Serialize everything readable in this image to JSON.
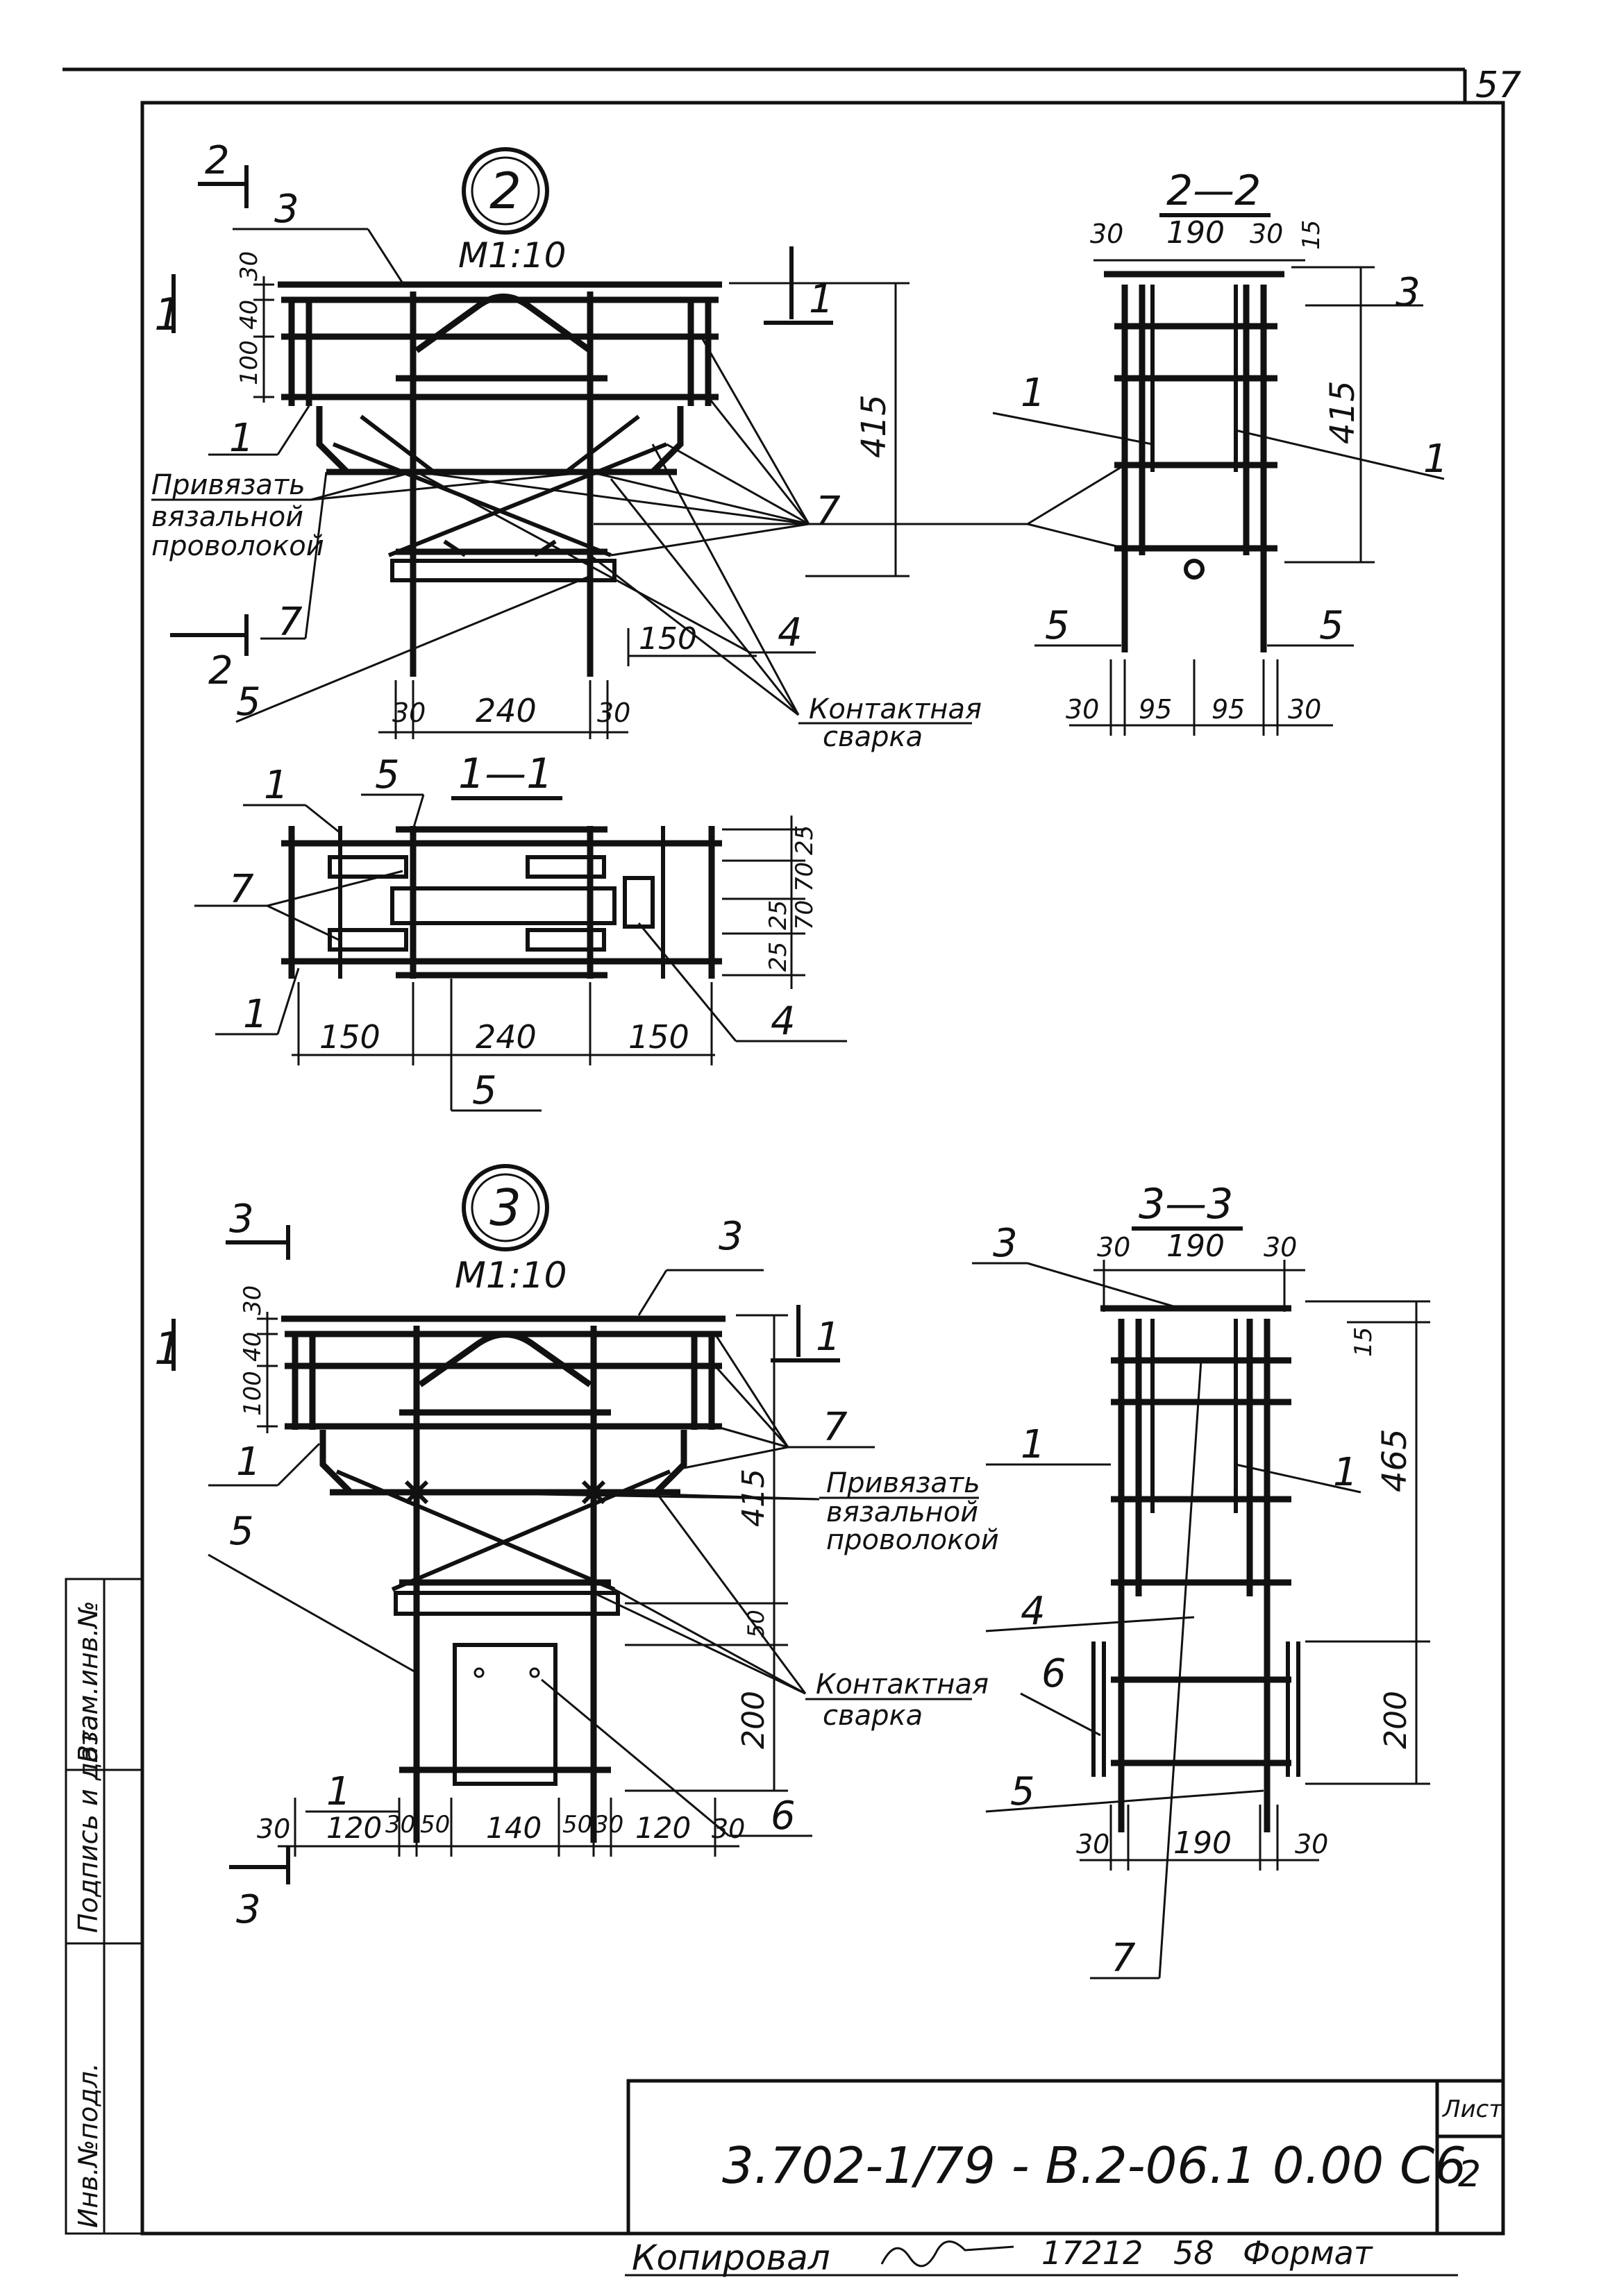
{
  "sheet": {
    "page_number": "57",
    "doc_code": "3.702-1/79 - В.2-06.1 0.00 С6",
    "sheet_label": "Лист",
    "sheet_number": "2",
    "footer_copied": "Копировал",
    "footer_order": "17212",
    "footer_num": "58",
    "footer_format": "Формат",
    "side_labels": [
      "Инв.№подл.",
      "Подпись и дата",
      "Взам.инв.№"
    ]
  },
  "node2": {
    "number": "2",
    "scale": "М1:10",
    "section_mark": "2",
    "section_mark_1": "1",
    "labels": {
      "p3": "3",
      "p1": "1",
      "p7a": "7",
      "p7b": "7",
      "p4": "4",
      "p5": "5"
    },
    "note_tie": [
      "Привязать",
      "вязальной",
      "проволокой"
    ],
    "note_weld": [
      "Контактная",
      "сварка"
    ],
    "dims": {
      "d30": "30",
      "d40": "40",
      "d100": "100",
      "d415": "415",
      "d150": "150",
      "b30a": "30",
      "b240": "240",
      "b30b": "30"
    }
  },
  "sec22": {
    "title": "2—2",
    "dims": {
      "t30a": "30",
      "t190": "190",
      "t30b": "30",
      "t15": "15",
      "h415": "415",
      "b30a": "30",
      "b95a": "95",
      "b95b": "95",
      "b30b": "30"
    },
    "labels": {
      "p3": "3",
      "p1a": "1",
      "p1b": "1",
      "p5a": "5",
      "p5b": "5"
    }
  },
  "sec11": {
    "title": "1—1",
    "labels": {
      "p1a": "1",
      "p5a": "5",
      "p7": "7",
      "p1b": "1",
      "p4": "4",
      "p5b": "5"
    },
    "dims": {
      "r25a": "25",
      "r70a": "70",
      "r25b": "25",
      "r70b": "70",
      "r25c": "25",
      "b150a": "150",
      "b240": "240",
      "b150b": "150"
    }
  },
  "node3": {
    "number": "3",
    "scale": "М1:10",
    "section_mark": "3",
    "section_mark_1": "1",
    "labels": {
      "p3": "3",
      "p7": "7",
      "p1a": "1",
      "p5": "5",
      "p1b": "1",
      "p6": "6"
    },
    "note_tie": [
      "Привязать",
      "вязальной",
      "проволокой"
    ],
    "note_weld": [
      "Контактная",
      "сварка"
    ],
    "dims": {
      "d30": "30",
      "d40": "40",
      "d100": "100",
      "d415": "415",
      "d50": "50",
      "d200": "200",
      "b30a": "30",
      "b120a": "120",
      "b30b": "30",
      "b50a": "50",
      "b140": "140",
      "b50b": "50",
      "b30c": "30",
      "b120b": "120",
      "b30d": "30"
    }
  },
  "sec33": {
    "title": "3—3",
    "dims": {
      "t30a": "30",
      "t190": "190",
      "t30b": "30",
      "t15": "15",
      "h465": "465",
      "h200": "200",
      "b30a": "30",
      "b190": "190",
      "b30b": "30"
    },
    "labels": {
      "p3": "3",
      "p1a": "1",
      "p1b": "1",
      "p4": "4",
      "p6": "6",
      "p5": "5",
      "p7": "7"
    }
  }
}
